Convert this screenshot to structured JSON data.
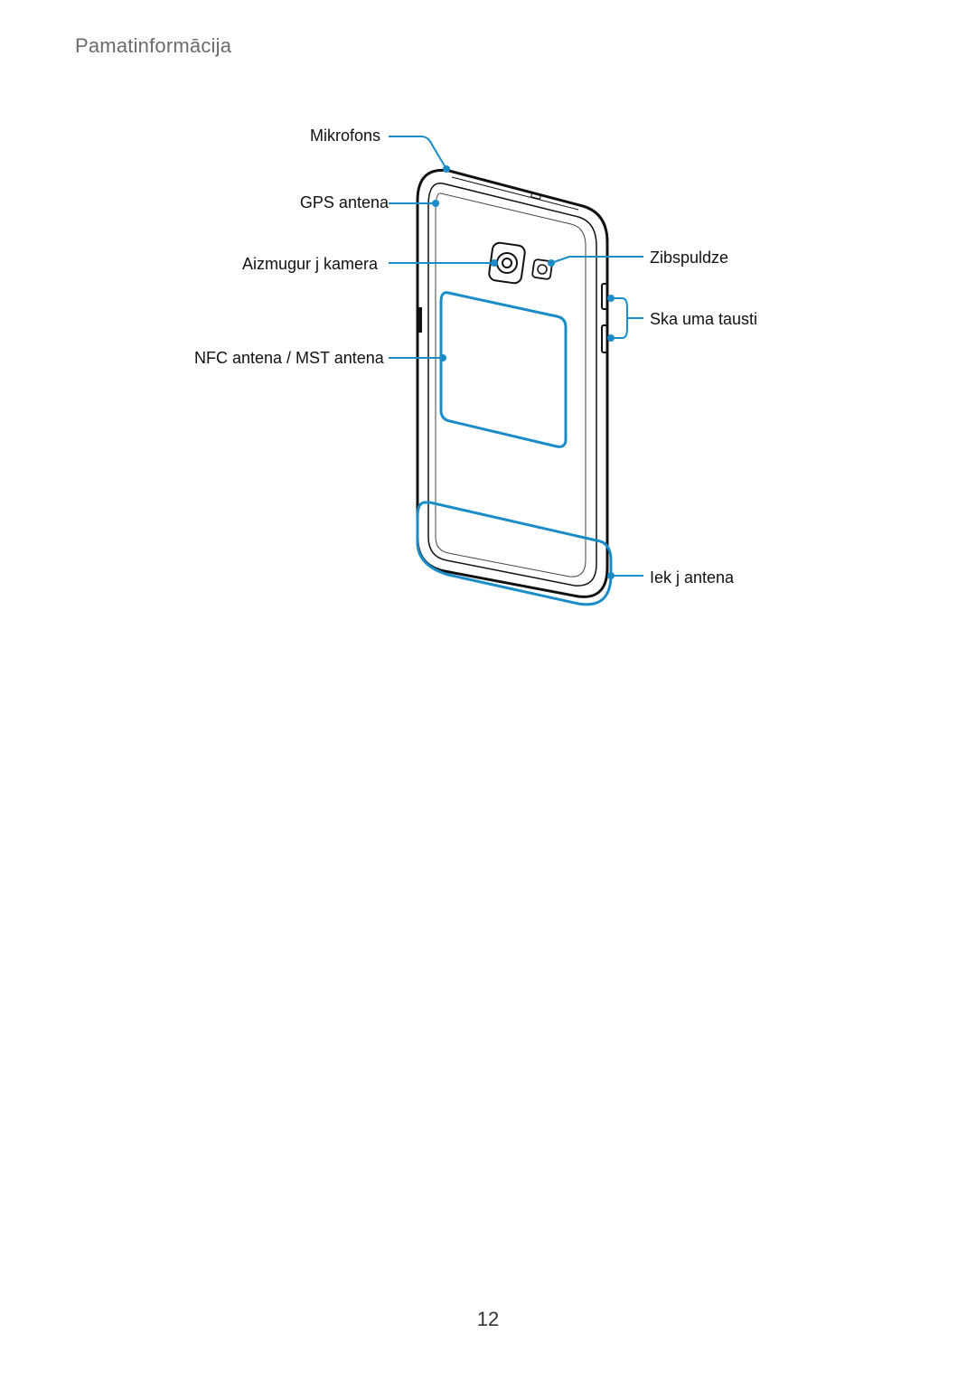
{
  "header": {
    "section_title": "Pamatinformācija"
  },
  "figure": {
    "callouts": {
      "microphone": "Mikrofons",
      "gps_antenna": "GPS antena",
      "rear_camera": "Aizmugur j kamera",
      "nfc_mst_antenna": "NFC antena / MST antena",
      "flash": "Zibspuldze",
      "volume_keys": "Ska uma tausti",
      "internal_antenna": "Iek j antena"
    },
    "colors": {
      "callout_line": "#1a8cc8",
      "outline": "#111111"
    }
  },
  "footer": {
    "page_number": "12"
  }
}
